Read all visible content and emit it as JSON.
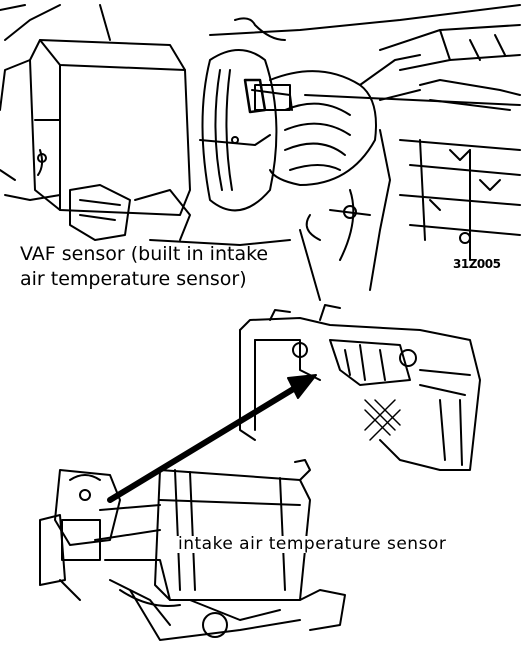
{
  "labels": {
    "vaf_line1": "VAF sensor (built in intake",
    "vaf_line2": "air temperature sensor)",
    "figure_code": "31Z005",
    "iat_sensor": "intake air temperature sensor"
  },
  "colors": {
    "ink": "#000000",
    "paper": "#ffffff"
  }
}
